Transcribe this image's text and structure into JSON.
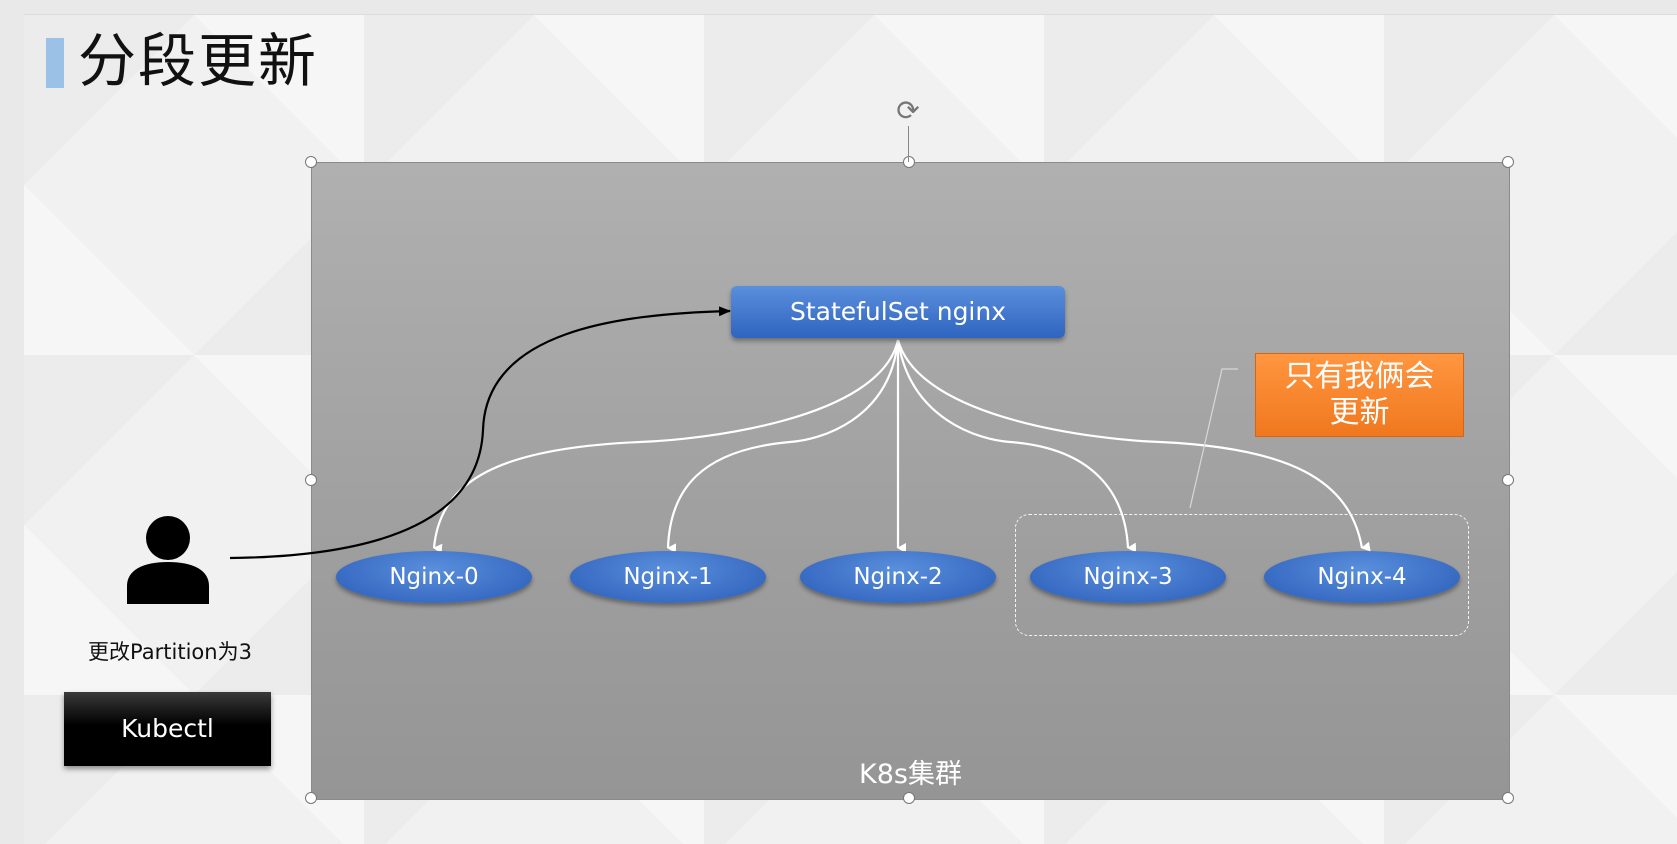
{
  "slide": {
    "title": "分段更新"
  },
  "cluster": {
    "label": "K8s集群"
  },
  "statefulset": {
    "label": "StatefulSet nginx"
  },
  "pods": [
    {
      "label": "Nginx-0"
    },
    {
      "label": "Nginx-1"
    },
    {
      "label": "Nginx-2"
    },
    {
      "label": "Nginx-3"
    },
    {
      "label": "Nginx-4"
    }
  ],
  "note": {
    "text": "只有我俩会更新"
  },
  "user": {
    "caption": "更改Partition为3"
  },
  "kubectl": {
    "label": "Kubectl"
  },
  "colors": {
    "node_blue": "#2f64c0",
    "note_orange": "#f0781e",
    "title_accent": "#9bc2e6"
  }
}
